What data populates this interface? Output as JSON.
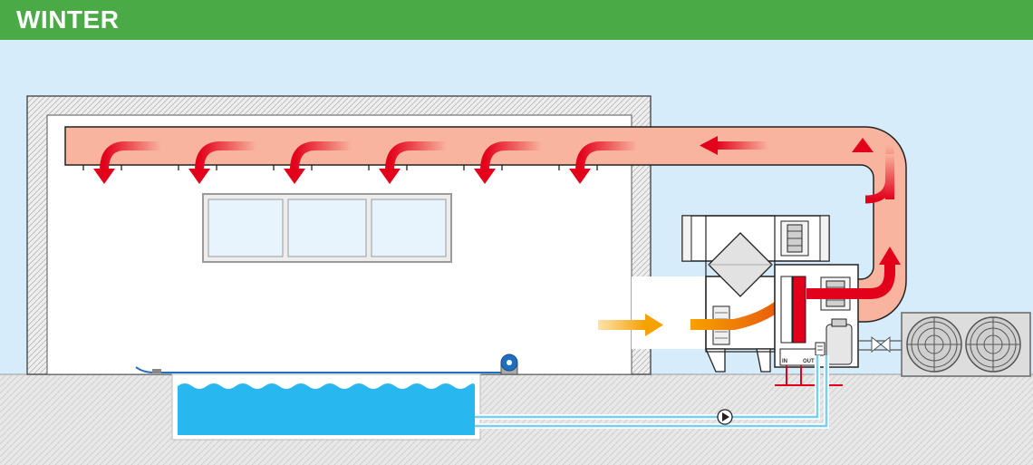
{
  "header": {
    "title": "WINTER"
  },
  "labels": {
    "water_in": "IN",
    "water_out": "OUT"
  },
  "colors": {
    "header_bg": "#4aaa46",
    "sky": "#d6ecfb",
    "duct": "#f8b49e",
    "hot_arrow": "#e3001b",
    "fresh_air_arrow": "#f6a100",
    "pool_water": "#28b8ef",
    "pipe": "#7bcdf2"
  },
  "icons": [
    "fan-icon",
    "pump-icon",
    "compressor-icon",
    "heat-exchanger-icon",
    "outdoor-unit-icon",
    "valve-icon",
    "pool-cover-reel-icon"
  ]
}
